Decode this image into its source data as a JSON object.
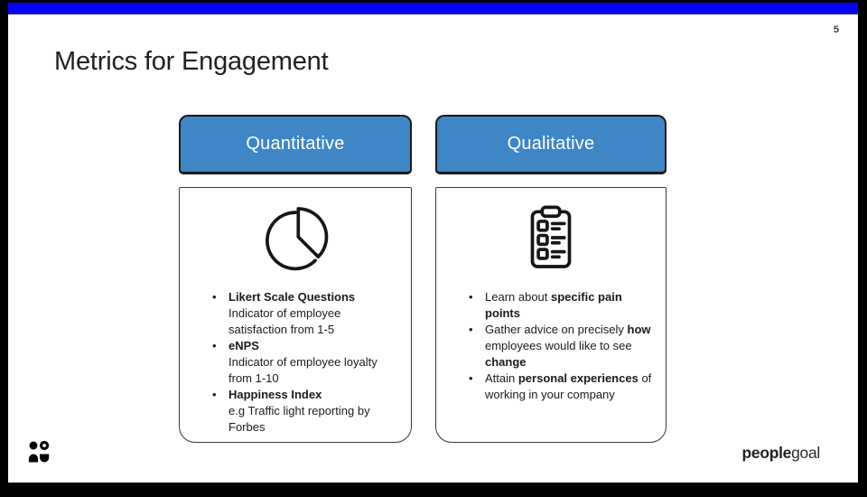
{
  "page_number": "5",
  "title": "Metrics for Engagement",
  "colors": {
    "top_bar_blue": "#0502f5",
    "top_bar_navy": "#1e1e96",
    "header_blue": "#3e86c5",
    "frame_black": "#000000",
    "text_dark": "#1b1b1b"
  },
  "columns": [
    {
      "header": "Quantitative",
      "icon": "pie-chart-icon",
      "bullets": [
        [
          {
            "t": "Likert Scale Questions\n",
            "b": true
          },
          {
            "t": "Indicator of employee satisfaction from 1-5",
            "b": false
          }
        ],
        [
          {
            "t": "eNPS\n",
            "b": true
          },
          {
            "t": "Indicator of employee loyalty from 1-10",
            "b": false
          }
        ],
        [
          {
            "t": "Happiness Index\n",
            "b": true
          },
          {
            "t": "e.g Traffic light reporting by Forbes",
            "b": false
          }
        ]
      ]
    },
    {
      "header": "Qualitative",
      "icon": "clipboard-checklist-icon",
      "bullets": [
        [
          {
            "t": "Learn about ",
            "b": false
          },
          {
            "t": "specific pain points",
            "b": true
          }
        ],
        [
          {
            "t": "Gather advice on precisely ",
            "b": false
          },
          {
            "t": "how",
            "b": true
          },
          {
            "t": " employees would like to see ",
            "b": false
          },
          {
            "t": "change",
            "b": true
          }
        ],
        [
          {
            "t": "Attain ",
            "b": false
          },
          {
            "t": "personal experiences",
            "b": true
          },
          {
            "t": " of working in your company",
            "b": false
          }
        ]
      ]
    }
  ],
  "footer": {
    "logo_icon": "peoplegoal-people-icon",
    "wordmark_bold": "people",
    "wordmark_regular": "goal"
  }
}
